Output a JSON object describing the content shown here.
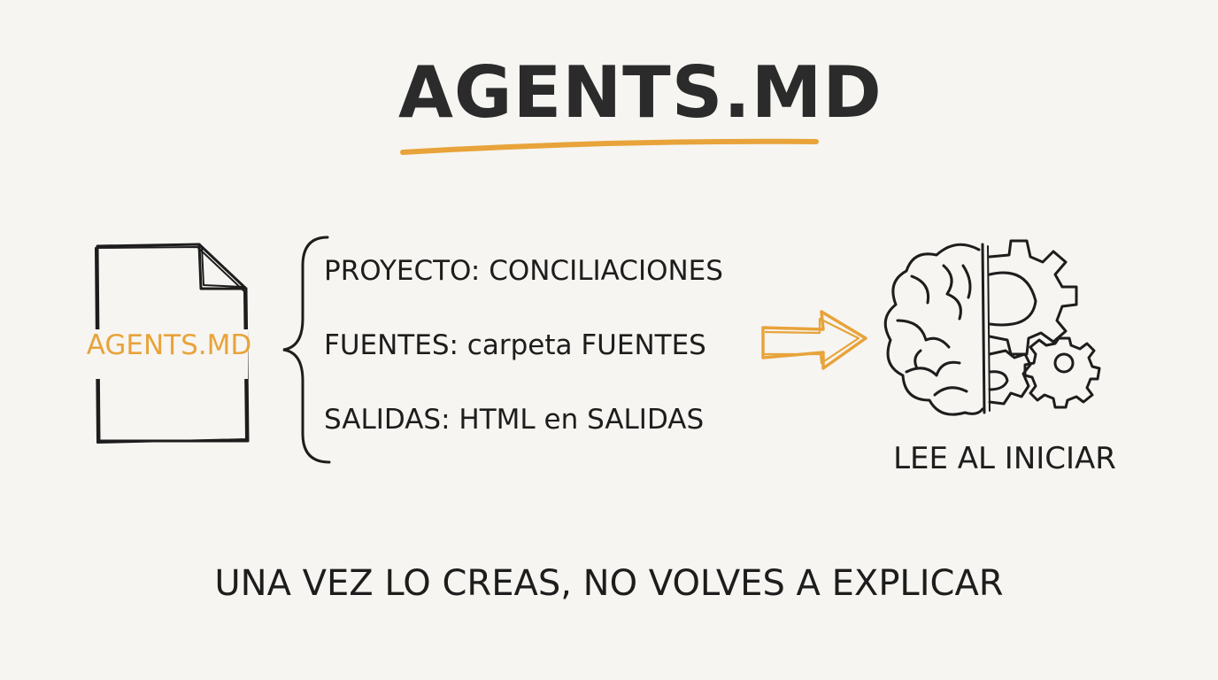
{
  "title": "AGENTS.MD",
  "document": {
    "label": "AGENTS.MD"
  },
  "config_lines": [
    "PROYECTO: CONCILIACIONES",
    "FUENTES: carpeta FUENTES",
    "SALIDAS: HTML en SALIDAS"
  ],
  "brain": {
    "label": "LEE AL INICIAR"
  },
  "footer": "UNA VEZ LO CREAS, NO VOLVES A EXPLICAR",
  "colors": {
    "accent": "#e8a33a",
    "ink": "#1d1d1d",
    "background": "#f6f5f1"
  }
}
